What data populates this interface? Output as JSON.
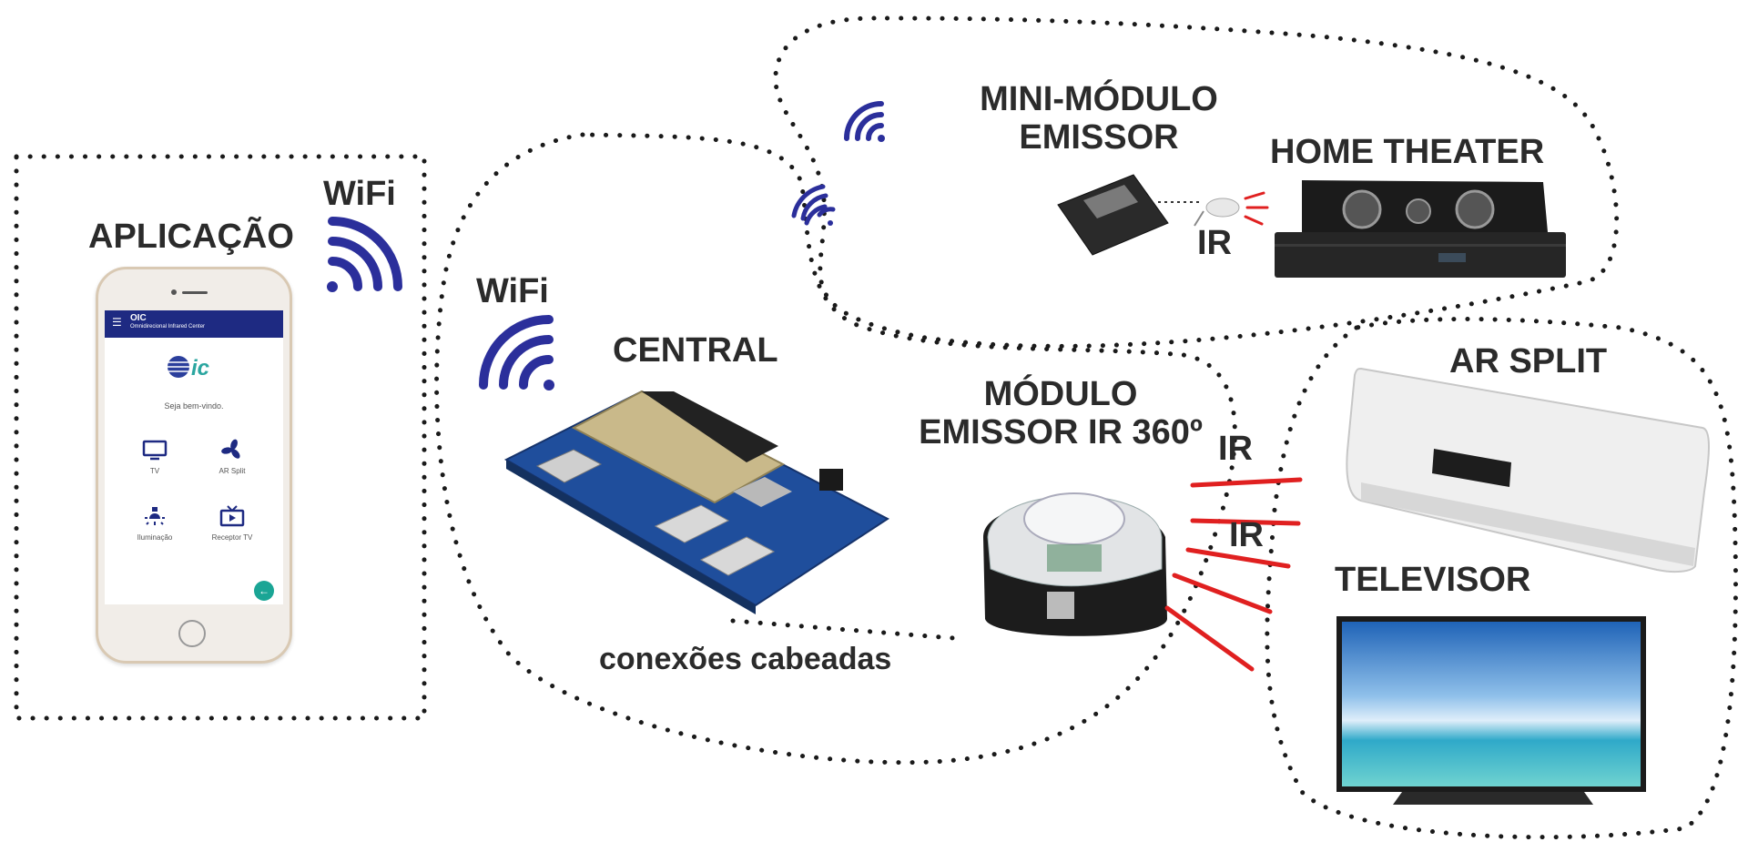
{
  "labels": {
    "aplicacao": "APLICAÇÃO",
    "wifi_app": "WiFi",
    "wifi_central": "WiFi",
    "central": "CENTRAL",
    "mini_modulo_l1": "MINI-MÓDULO",
    "mini_modulo_l2": "EMISSOR",
    "ir_mini": "IR",
    "home_theater": "HOME THEATER",
    "modulo_l1": "MÓDULO",
    "modulo_l2": "EMISSOR IR 360º",
    "ir_ar": "IR",
    "ir_tv": "IR",
    "ar_split": "AR SPLIT",
    "televisor": "TELEVISOR",
    "conexoes": "conexões cabeadas"
  },
  "app": {
    "title": "OIC",
    "subtitle": "Omnidirecional Infrared Center",
    "welcome": "Seja bem-vindo.",
    "tiles": [
      "TV",
      "AR Split",
      "Iluminação",
      "Receptor TV"
    ],
    "logo_text": "ic"
  },
  "colors": {
    "wifi": "#2b2f9b",
    "ir_beam": "#e02020",
    "dots": "#1a1a1a",
    "app_bar": "#1e2a82",
    "fab": "#1aa595"
  },
  "icons": [
    "wifi-icon",
    "tv-icon",
    "fan-icon",
    "lamp-icon",
    "receiver-icon",
    "back-arrow-icon"
  ]
}
